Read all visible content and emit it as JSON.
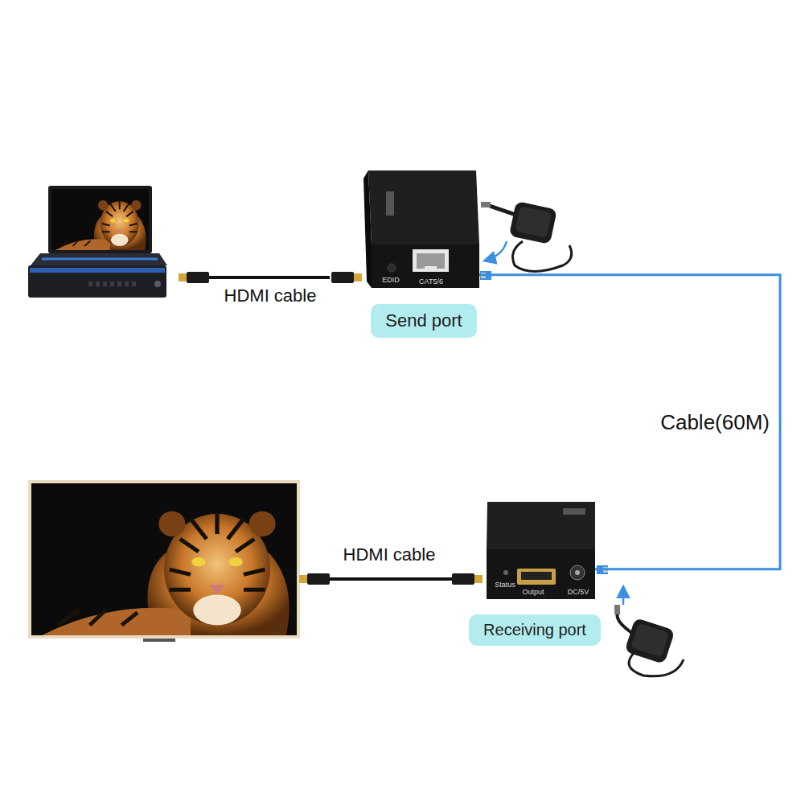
{
  "diagram": {
    "nodes": [
      {
        "text": [
          "EDID",
          "CAT5/6"
        ]
      },
      {
        "text": [
          "Send port"
        ]
      },
      {
        "text": [
          "Status",
          "Output",
          "DC/5V"
        ]
      },
      {
        "text": [
          "Receiving port"
        ]
      }
    ],
    "edges": [
      {
        "from": 0,
        "to": 2,
        "arrow": "none",
        "label": "Cable(60M)"
      }
    ],
    "labels": [
      "HDMI cable",
      "HDMI cable"
    ]
  }
}
